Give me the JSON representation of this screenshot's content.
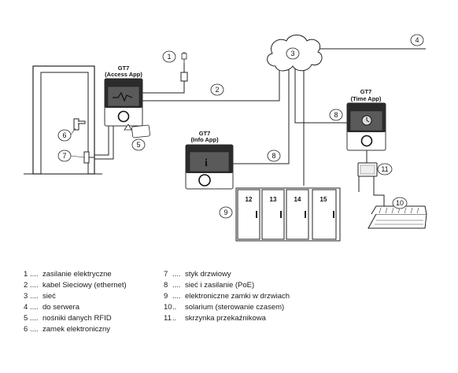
{
  "devices": {
    "access": {
      "model": "GT7",
      "app": "(Access App)"
    },
    "info": {
      "model": "GT7",
      "app": "(Info App)",
      "screen_symbol": "i"
    },
    "time": {
      "model": "GT7",
      "app": "(Time App)"
    }
  },
  "callouts": [
    "1",
    "2",
    "3",
    "4",
    "5",
    "6",
    "7",
    "8",
    "8",
    "9",
    "10",
    "11"
  ],
  "lockers": [
    "12",
    "13",
    "14",
    "15"
  ],
  "legend_left": [
    {
      "num": "1",
      "dots": "....",
      "text": "zasilanie elektryczne"
    },
    {
      "num": "2",
      "dots": "....",
      "text": "kabel Sieciowy (ethernet)"
    },
    {
      "num": "3",
      "dots": "....",
      "text": "sieć"
    },
    {
      "num": "4",
      "dots": "....",
      "text": "do serwera"
    },
    {
      "num": "5",
      "dots": "....",
      "text": "nośniki danych RFID"
    },
    {
      "num": "6",
      "dots": "....",
      "text": "zamek elektroniczny"
    }
  ],
  "legend_right": [
    {
      "num": "7",
      "dots": "....",
      "text": "styk drzwiowy"
    },
    {
      "num": "8",
      "dots": "....",
      "text": "sieć i zasilanie (PoE)"
    },
    {
      "num": "9",
      "dots": "....",
      "text": "elektroniczne zamki w drzwiach"
    },
    {
      "num": "10",
      "dots": "..",
      "text": "solarium (sterowanie czasem)"
    },
    {
      "num": "11",
      "dots": "..",
      "text": "skrzynka przekaźnikowa"
    }
  ]
}
